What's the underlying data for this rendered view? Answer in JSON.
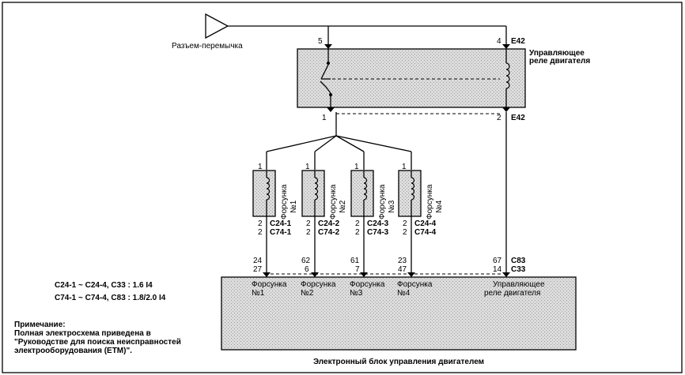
{
  "labels": {
    "jumper_connector": "Разъем-перемычка",
    "relay_name_line1": "Управляющее",
    "relay_name_line2": "реле двигателя",
    "ecu_name": "Электронный блок управления двигателем",
    "ecu_relay_line1": "Управляющее",
    "ecu_relay_line2": "реле двигателя"
  },
  "relay_pins": {
    "top_left": "5",
    "top_right": "4",
    "top_conn": "E42",
    "bottom_left": "1",
    "bottom_right": "2",
    "bottom_conn": "E42"
  },
  "injectors": [
    {
      "name_line1": "Форсунка",
      "name_line2": "№1",
      "pin_top": "1",
      "pin_bottom_a": "2",
      "pin_bottom_b": "2",
      "conn_a": "C24-1",
      "conn_b": "C74-1",
      "ecu_pin_a": "24",
      "ecu_pin_b": "27",
      "ecu_label_line1": "Форсунка",
      "ecu_label_line2": "№1"
    },
    {
      "name_line1": "Форсунка",
      "name_line2": "№2",
      "pin_top": "1",
      "pin_bottom_a": "2",
      "pin_bottom_b": "2",
      "conn_a": "C24-2",
      "conn_b": "C74-2",
      "ecu_pin_a": "62",
      "ecu_pin_b": "6",
      "ecu_label_line1": "Форсунка",
      "ecu_label_line2": "№2"
    },
    {
      "name_line1": "Форсунка",
      "name_line2": "№3",
      "pin_top": "1",
      "pin_bottom_a": "2",
      "pin_bottom_b": "2",
      "conn_a": "C24-3",
      "conn_b": "C74-3",
      "ecu_pin_a": "61",
      "ecu_pin_b": "7",
      "ecu_label_line1": "Форсунка",
      "ecu_label_line2": "№3"
    },
    {
      "name_line1": "Форсунка",
      "name_line2": "№4",
      "pin_top": "1",
      "pin_bottom_a": "2",
      "pin_bottom_b": "2",
      "conn_a": "C24-4",
      "conn_b": "C74-4",
      "ecu_pin_a": "23",
      "ecu_pin_b": "47",
      "ecu_label_line1": "Форсунка",
      "ecu_label_line2": "№4"
    }
  ],
  "ecu_relay_pins": {
    "pin_a": "67",
    "pin_b": "14",
    "conn_a": "C83",
    "conn_b": "C33"
  },
  "legend": {
    "line1": "C24-1 ~ C24-4, C33 : 1.6 I4",
    "line2": "C74-1 ~ C74-4, C83 : 1.8/2.0 I4"
  },
  "note": {
    "title": "Примечание:",
    "line1": "Полная электросхема приведена в",
    "line2": "\"Руководстве для поиска неисправностей",
    "line3": "электрооборудования (ETM)\"."
  }
}
